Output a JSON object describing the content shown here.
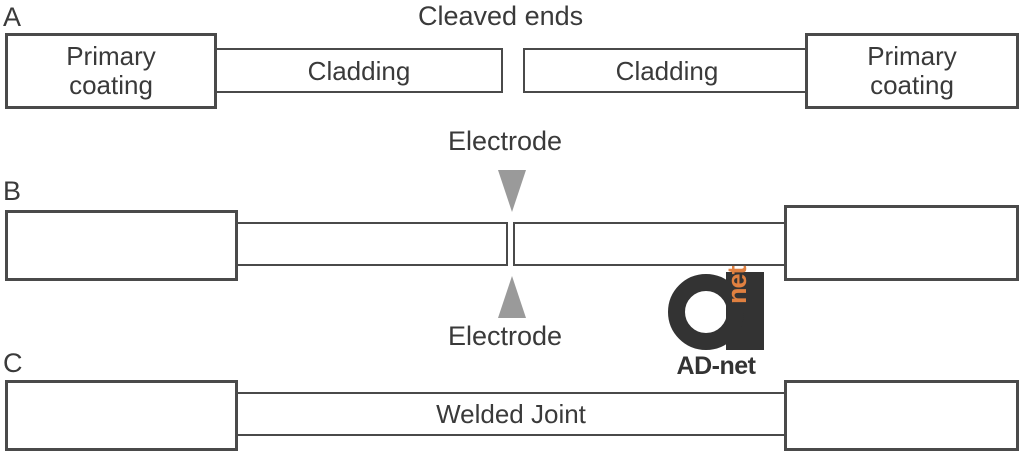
{
  "figure": {
    "title": "Cleaved ends",
    "panels": [
      {
        "label": "A",
        "left_coating_label": "Primary\ncoating",
        "left_coating_line1": "Primary",
        "left_coating_line2": "coating",
        "left_cladding_label": "Cladding",
        "right_cladding_label": "Cladding",
        "right_coating_line1": "Primary",
        "right_coating_line2": "coating"
      },
      {
        "label": "B",
        "electrode_top_label": "Electrode",
        "electrode_bottom_label": "Electrode",
        "left_coating_label": "",
        "left_cladding_label": "",
        "right_cladding_label": "",
        "right_coating_label": ""
      },
      {
        "label": "C",
        "cladding_label": "Welded Joint",
        "left_coating_label": "",
        "right_coating_label": ""
      }
    ]
  },
  "logo": {
    "mark_letter": "a",
    "mark_suffix": "net",
    "wordmark": "AD-net",
    "colors": {
      "dark": "#333333",
      "orange": "#e08040"
    }
  },
  "colors": {
    "stroke": "#4a4a4a",
    "text": "#3a3a3a",
    "electrode_fill": "#9a9a9a",
    "background": "#ffffff"
  }
}
